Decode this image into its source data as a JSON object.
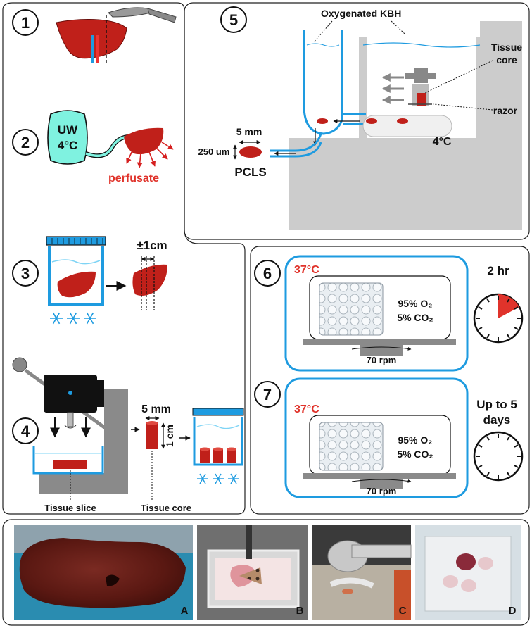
{
  "steps": {
    "s1": "1",
    "s2": "2",
    "s3": "3",
    "s4": "4",
    "s5": "5",
    "s6": "6",
    "s7": "7"
  },
  "step2": {
    "uw_line1": "UW",
    "uw_line2": "4°C",
    "perfusate": "perfusate"
  },
  "step3": {
    "margin": "±1cm"
  },
  "step4": {
    "core_width": "5 mm",
    "core_height": "1 cm",
    "tissue_slice": "Tissue slice",
    "tissue_core": "Tissue core"
  },
  "step5": {
    "buffer": "Oxygenated KBH",
    "tissue_core_l1": "Tissue",
    "tissue_core_l2": "core",
    "razor": "razor",
    "temp": "4°C",
    "slice_width": "5 mm",
    "slice_thickness": "250 um",
    "pcls": "PCLS"
  },
  "step6": {
    "temp": "37°C",
    "o2": "95% O₂",
    "co2": "5% CO₂",
    "rpm": "70 rpm",
    "duration": "2 hr"
  },
  "step7": {
    "temp": "37°C",
    "o2": "95% O₂",
    "co2": "5% CO₂",
    "rpm": "70 rpm",
    "duration_l1": "Up to 5",
    "duration_l2": "days"
  },
  "photos": {
    "a": "A",
    "b": "B",
    "c": "C",
    "d": "D"
  },
  "colors": {
    "tissue": "#c0201a",
    "accent_blue": "#1e9be0",
    "cooler_cyan": "#7ff2e0",
    "machine_gray": "#cccccc",
    "text_red": "#e0332b"
  },
  "icons": [
    "scalpel-icon",
    "snowflake-icon",
    "clock-icon",
    "arrow-icon"
  ]
}
